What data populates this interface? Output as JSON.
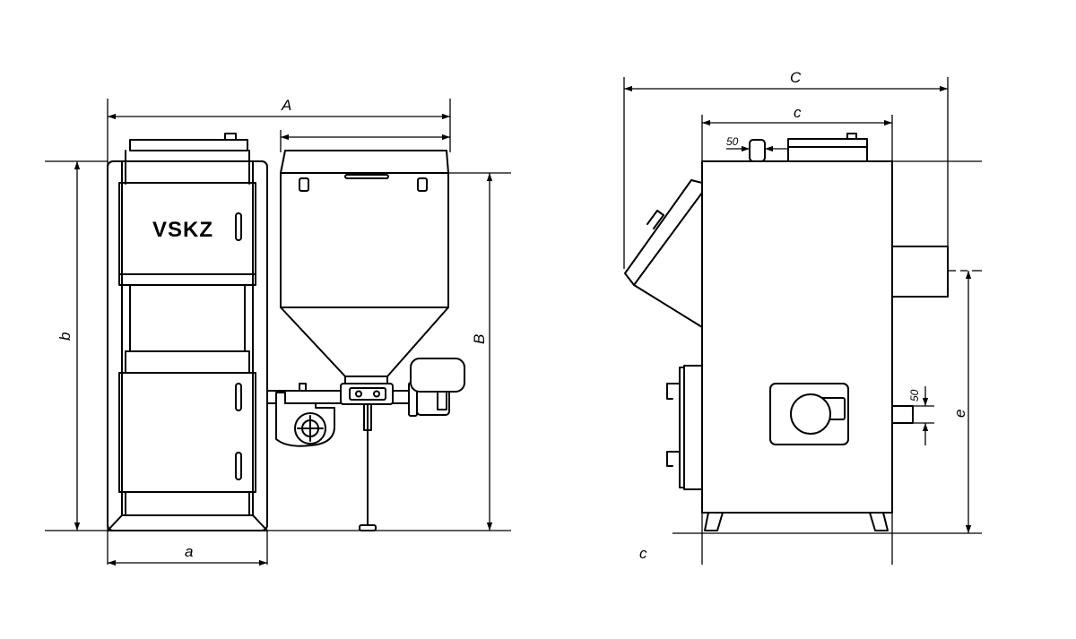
{
  "front_view": {
    "brand": "VSKZ",
    "dims": {
      "overall_width": "A",
      "width": "a",
      "height": "b",
      "hopper_height": "B"
    }
  },
  "side_view": {
    "dims": {
      "overall_depth": "C",
      "depth": "c",
      "bottom_label": "c",
      "outlet_height": "e",
      "top_offset": "50",
      "side_offset": "50"
    }
  }
}
